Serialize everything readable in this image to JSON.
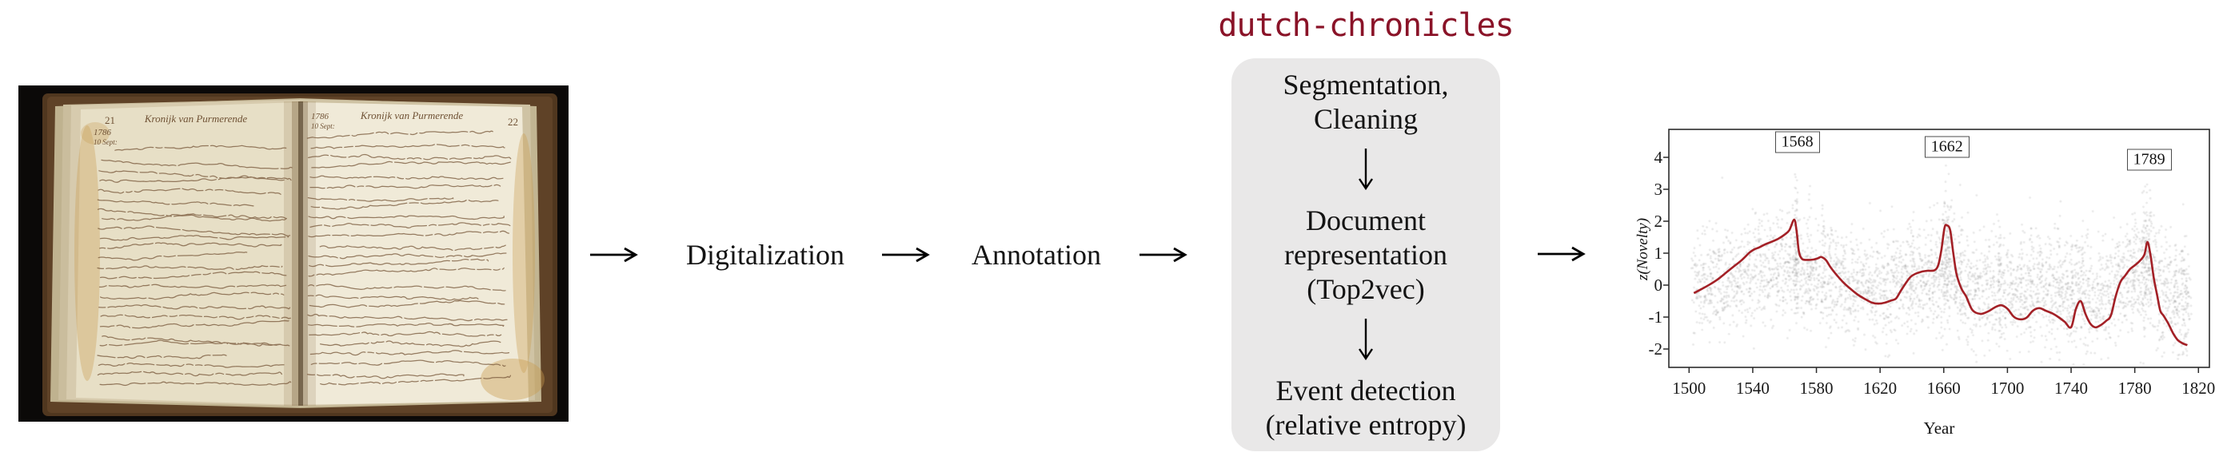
{
  "figure": {
    "title": "dutch-chronicles",
    "title_color": "#8a1328"
  },
  "book": {
    "page_left_number": "21",
    "page_right_number": "22",
    "header": "Kronijk van Purmerende",
    "year_note": "1786",
    "margin_note": "10 Sept:"
  },
  "pipeline": {
    "labels": [
      "Digitalization",
      "Annotation"
    ],
    "box": {
      "bg_color": "#e9e8e8",
      "steps": [
        {
          "lines": [
            "Segmentation,",
            "Cleaning"
          ]
        },
        {
          "lines": [
            "Document",
            "representation",
            "(Top2vec)"
          ]
        },
        {
          "lines": [
            "Event detection",
            "(relative entropy)"
          ]
        }
      ]
    }
  },
  "chart_data": {
    "type": "scatter",
    "xlabel": "Year",
    "ylabel": "z(Novelty)",
    "xlim": [
      1487,
      1826
    ],
    "ylim": [
      -2.55,
      4.9
    ],
    "x_ticks": [
      1500,
      1540,
      1580,
      1620,
      1660,
      1700,
      1740,
      1780,
      1820
    ],
    "y_ticks": [
      4,
      3,
      2,
      1,
      0,
      -1,
      -2
    ],
    "grid": false,
    "frame_color": "#2b2b2b",
    "line_color": "#a32026",
    "scatter_color": "#6a6a6a",
    "annotations": [
      {
        "label": "1568",
        "year": 1568,
        "z": 4.48
      },
      {
        "label": "1662",
        "year": 1662,
        "z": 4.33
      },
      {
        "label": "1789",
        "year": 1789,
        "z": 3.93
      }
    ],
    "rolling_novelty_line": {
      "x": [
        1503,
        1508,
        1513,
        1518,
        1523,
        1528,
        1533,
        1538,
        1541,
        1544,
        1548,
        1552,
        1556,
        1560,
        1563,
        1566,
        1567.5,
        1569,
        1571,
        1574,
        1578,
        1581,
        1583,
        1586,
        1589,
        1593,
        1597,
        1601,
        1606,
        1611,
        1615,
        1619,
        1623,
        1627,
        1630,
        1633,
        1636,
        1639,
        1642,
        1646,
        1650,
        1654,
        1656.5,
        1658.5,
        1660.5,
        1662,
        1664,
        1666,
        1668,
        1671,
        1674,
        1678,
        1683,
        1688,
        1692,
        1696,
        1700,
        1704,
        1708,
        1712,
        1716,
        1720,
        1724,
        1728,
        1732,
        1736,
        1740,
        1743,
        1746,
        1749,
        1752,
        1755,
        1758,
        1762,
        1765,
        1768,
        1771,
        1774,
        1777,
        1780,
        1783,
        1786,
        1788,
        1790,
        1792,
        1794,
        1796,
        1798,
        1801,
        1804,
        1807,
        1810,
        1813
      ],
      "z": [
        -0.25,
        -0.12,
        0.02,
        0.18,
        0.38,
        0.58,
        0.78,
        1.02,
        1.12,
        1.18,
        1.28,
        1.36,
        1.45,
        1.58,
        1.72,
        2.05,
        1.7,
        1.05,
        0.82,
        0.79,
        0.8,
        0.84,
        0.88,
        0.78,
        0.55,
        0.3,
        0.08,
        -0.1,
        -0.3,
        -0.45,
        -0.55,
        -0.58,
        -0.55,
        -0.48,
        -0.42,
        -0.18,
        0.05,
        0.25,
        0.35,
        0.42,
        0.45,
        0.46,
        0.62,
        1.1,
        1.8,
        1.87,
        1.72,
        1.0,
        0.35,
        -0.1,
        -0.35,
        -0.78,
        -0.9,
        -0.82,
        -0.7,
        -0.63,
        -0.74,
        -0.99,
        -1.07,
        -1.02,
        -0.8,
        -0.72,
        -0.8,
        -0.88,
        -1.0,
        -1.15,
        -1.32,
        -0.75,
        -0.5,
        -0.9,
        -1.2,
        -1.32,
        -1.27,
        -1.12,
        -0.95,
        -0.35,
        0.1,
        0.3,
        0.5,
        0.62,
        0.75,
        0.95,
        1.35,
        0.9,
        0.2,
        -0.3,
        -0.8,
        -0.95,
        -1.2,
        -1.5,
        -1.72,
        -1.82,
        -1.88
      ]
    },
    "scatter": {
      "description": "per-year document novelty z-scores, dense vertical bands at eventful years",
      "x_range": [
        1503,
        1814
      ],
      "z_typical_range": [
        -1.6,
        3.3
      ],
      "base_points_per_year": 11,
      "dense_year_bands": {
        "1566": 2.5,
        "1567": 4.5,
        "1568": 3.5,
        "1569": 2,
        "1575": 2.2,
        "1576": 2.2,
        "1584": 1.8,
        "1585": 2,
        "1590": 1.5,
        "1596": 1.6,
        "1605": 1.4,
        "1613": 1.4,
        "1627": 1.4,
        "1639": 1.8,
        "1640": 2,
        "1641": 1.8,
        "1647": 1.5,
        "1652": 1.8,
        "1655": 1.6,
        "1659": 2.2,
        "1660": 2.8,
        "1661": 3.2,
        "1662": 3.6,
        "1663": 3,
        "1664": 2.4,
        "1667": 1.8,
        "1670": 2,
        "1671": 2,
        "1675": 1.8,
        "1680": 1.5,
        "1686": 1.4,
        "1695": 2.6,
        "1696": 2.2,
        "1702": 1.4,
        "1709": 1.5,
        "1714": 1.9,
        "1715": 1.9,
        "1720": 1.4,
        "1727": 1.5,
        "1732": 1.9,
        "1733": 1.9,
        "1737": 1.6,
        "1740": 2,
        "1741": 1.9,
        "1744": 1.6,
        "1747": 2,
        "1748": 2,
        "1753": 1.6,
        "1760": 1.4,
        "1765": 1.5,
        "1770": 1.5,
        "1775": 1.6,
        "1779": 2.2,
        "1780": 2.2,
        "1785": 2.6,
        "1786": 3,
        "1787": 3.3,
        "1788": 3.3,
        "1789": 2.8,
        "1790": 2.2,
        "1795": 1.6,
        "1800": 1.5,
        "1805": 2,
        "1806": 2,
        "1810": 1.9,
        "1811": 2.1,
        "1812": 2.1,
        "1813": 1.8
      }
    }
  }
}
